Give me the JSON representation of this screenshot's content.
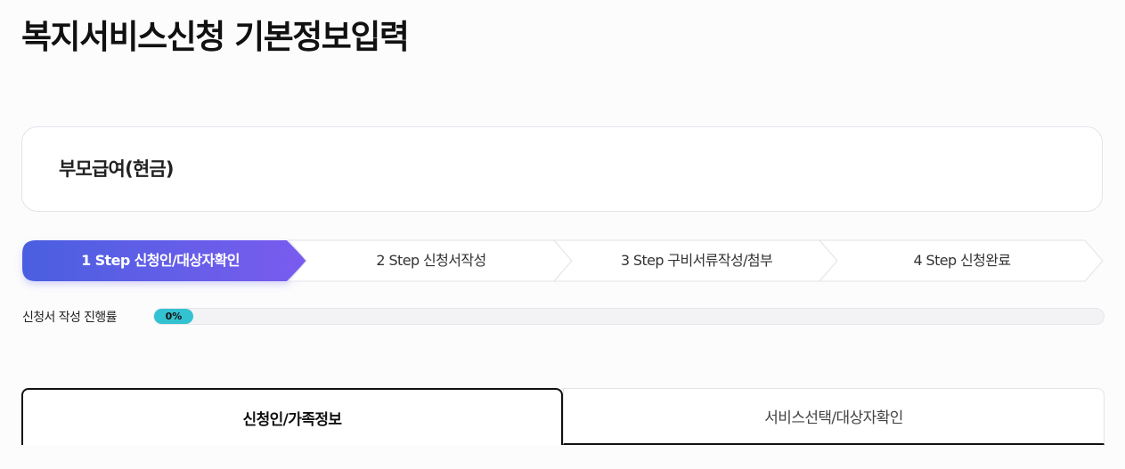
{
  "header": {
    "title": "복지서비스신청 기본정보입력"
  },
  "service": {
    "name": "부모급여(현금)"
  },
  "steps": [
    {
      "label": "1 Step 신청인/대상자확인",
      "active": true
    },
    {
      "label": "2 Step 신청서작성",
      "active": false
    },
    {
      "label": "3 Step 구비서류작성/첨부",
      "active": false
    },
    {
      "label": "4 Step 신청완료",
      "active": false
    }
  ],
  "progress": {
    "label": "신청서 작성 진행률",
    "value_text": "0%",
    "value": 0
  },
  "tabs": [
    {
      "label": "신청인/가족정보",
      "active": true
    },
    {
      "label": "서비스선택/대상자확인",
      "active": false
    }
  ],
  "colors": {
    "step_active_start": "#4a60e0",
    "step_active_end": "#7a5cf0",
    "progress_fill": "#33c2d1"
  }
}
